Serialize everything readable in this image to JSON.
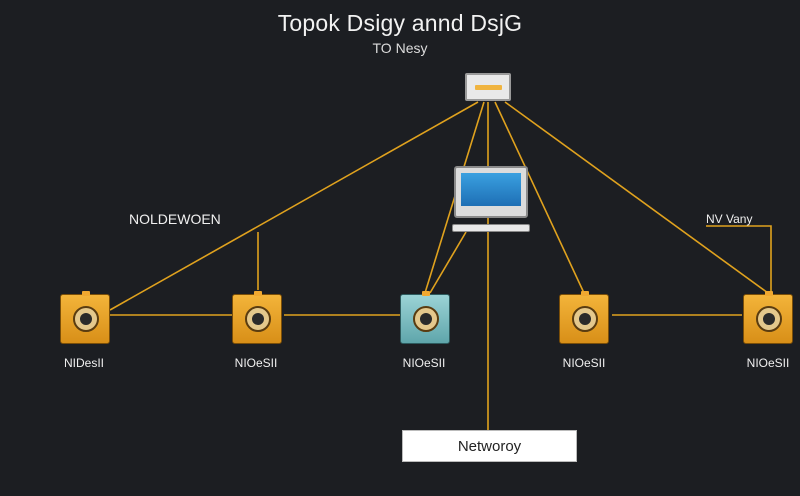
{
  "title": "Topok Dsigy annd DsjG",
  "subtitle": "TO Nesy",
  "left_label": "NOLDEWOEN",
  "right_label": "NV Vany",
  "nodes": [
    {
      "label": "NIDesII",
      "style": "amber"
    },
    {
      "label": "NIOeSII",
      "style": "amber"
    },
    {
      "label": "NIOeSII",
      "style": "teal"
    },
    {
      "label": "NIOeSII",
      "style": "amber"
    },
    {
      "label": "NIOeSII",
      "style": "amber"
    }
  ],
  "network_label": "Networoy",
  "colors": {
    "background": "#1c1e22",
    "wire": "#e0a21e",
    "node": "#f0aa2a",
    "node_alt": "#7cc0c4"
  },
  "icons": [
    "server-icon",
    "monitor-icon",
    "camera-icon"
  ]
}
